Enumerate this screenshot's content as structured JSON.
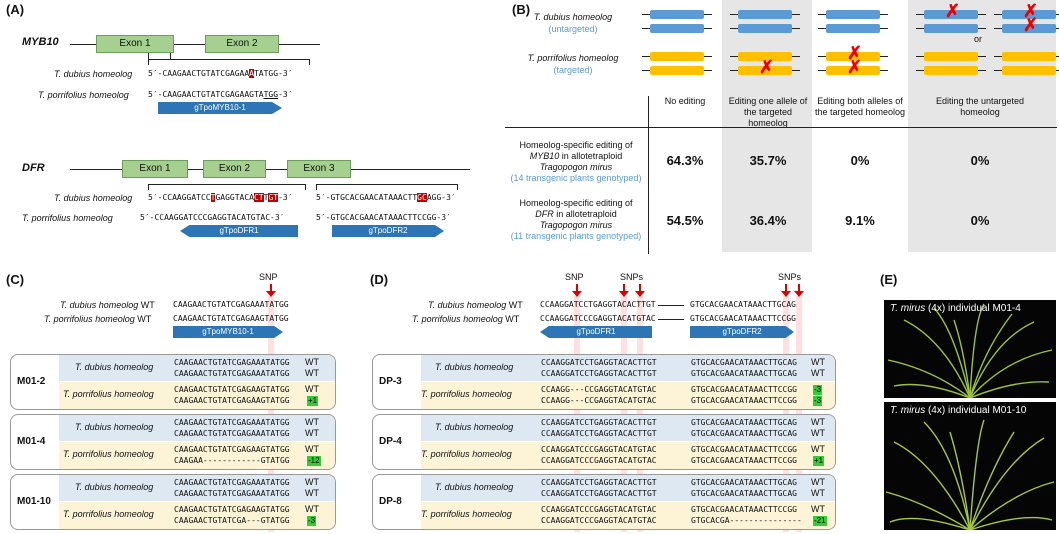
{
  "panelA": {
    "label": "(A)",
    "myb10": {
      "gene": "MYB10",
      "exons": [
        "Exon 1",
        "Exon 2"
      ],
      "rows": [
        {
          "name": "T. dubius homeolog",
          "p": "5′-",
          "seq": "CAAGAACTGTATCGAGAA",
          "snp": "A",
          "seq2": "TATGG",
          "end": "-3′"
        },
        {
          "name": "T. porrifolius homeolog",
          "p": "5′-",
          "seq": "CAAGAACTGTATCGAGAAGTA",
          "pam": "TGG",
          "end": "-3′"
        }
      ],
      "guide": "gTpoMYB10-1"
    },
    "dfr": {
      "gene": "DFR",
      "exons": [
        "Exon 1",
        "Exon 2",
        "Exon 3"
      ],
      "rows": [
        {
          "name": "T. dubius homeolog",
          "left": "5′-CCAAGGATCC",
          "s1": "T",
          "left2": "GAGGTACA",
          "s2": "CT",
          "left3": "T",
          "s3": "GT",
          "left4": "-3′",
          "right": "5′-GTGCACGAACATAAACTT",
          "s4": "G",
          "s5": "C",
          "right2": "AG",
          "right3": "G-3′"
        },
        {
          "name": "T. porrifolius homeolog",
          "left": "5′-CCAAGGATCCCGAGGTACATGTAC-3′",
          "right": "5′-GTGCACGAACATAAACTTCCGG-3′"
        }
      ],
      "guides": [
        "gTpoDFR1",
        "gTpoDFR2"
      ]
    }
  },
  "panelB": {
    "label": "(B)",
    "homeologs": [
      {
        "name": "T. dubius homeolog",
        "status": "(untargeted)"
      },
      {
        "name": "T. porrifolius homeolog",
        "status": "(targeted)"
      }
    ],
    "or": "or",
    "columns": [
      "No editing",
      "Editing one allele of the targeted homeolog",
      "Editing both alleles of the targeted homeolog",
      "Editing the untargeted homeolog"
    ],
    "rows": [
      {
        "line1": "Homeolog-specific editing of",
        "gene": "MYB10",
        "line2": " in allotetraploid",
        "species": "Tragopogon mirus",
        "note": "(14 transgenic plants genotyped)",
        "values": [
          "64.3%",
          "35.7%",
          "0%",
          "0%"
        ]
      },
      {
        "line1": "Homeolog-specific editing of",
        "gene": "DFR",
        "line2": " in allotetraploid",
        "species": "Tragopogon mirus",
        "note": "(11 transgenic plants genotyped)",
        "values": [
          "54.5%",
          "36.4%",
          "9.1%",
          "0%"
        ]
      }
    ]
  },
  "panelC": {
    "label": "(C)",
    "snp": "SNP",
    "wt": [
      {
        "name": "T. dubius homeolog WT",
        "seq": "CAAGAACTGTATCGAGAAATATGG"
      },
      {
        "name": "T. porrifolius homeolog WT",
        "seq": "CAAGAACTGTATCGAGAAGTATGG"
      }
    ],
    "guide": "gTpoMYB10-1",
    "samples": [
      {
        "id": "M01-2",
        "dub": [
          "CAAGAACTGTATCGAGAAATATGG",
          "CAAGAACTGTATCGAGAAATATGG"
        ],
        "dubwt": [
          "WT",
          "WT"
        ],
        "por": [
          "CAAGAACTGTATCGAGAAGTATGG",
          "CAAGAACTGTATCGAGAAGTATGG"
        ],
        "porwt": [
          "WT",
          "+1"
        ]
      },
      {
        "id": "M01-4",
        "dub": [
          "CAAGAACTGTATCGAGAAATATGG",
          "CAAGAACTGTATCGAGAAATATGG"
        ],
        "dubwt": [
          "WT",
          "WT"
        ],
        "por": [
          "CAAGAACTGTATCGAGAAGTATGG",
          "CAAGAA------------GTATGG"
        ],
        "porwt": [
          "WT",
          "-12"
        ]
      },
      {
        "id": "M01-10",
        "dub": [
          "CAAGAACTGTATCGAGAAATATGG",
          "CAAGAACTGTATCGAGAAATATGG"
        ],
        "dubwt": [
          "WT",
          "WT"
        ],
        "por": [
          "CAAGAACTGTATCGAGAAGTATGG",
          "CAAGAACTGTATCGA---GTATGG"
        ],
        "porwt": [
          "WT",
          "-3"
        ]
      }
    ],
    "dubname": "T. dubius homeolog",
    "porname": "T. porrifolius homeolog"
  },
  "panelD": {
    "label": "(D)",
    "snp": "SNP",
    "snps": "SNPs",
    "wt": [
      {
        "name": "T. dubius homeolog WT",
        "seq": "CCAAGGATCCTGAGGTACACTTGT",
        "seq2": "GTGCACGAACATAAACTTGCAG"
      },
      {
        "name": "T. porrifolius homeolog WT",
        "seq": "CCAAGGATCCCGAGGTACATGTAC",
        "seq2": "GTGCACGAACATAAACTTCCGG"
      }
    ],
    "guides": [
      "gTpoDFR1",
      "gTpoDFR2"
    ],
    "samples": [
      {
        "id": "DP-3",
        "dub": [
          "CCAAGGATCCTGAGGTACACTTGT",
          "CCAAGGATCCTGAGGTACACTTGT"
        ],
        "dub2": [
          "GTGCACGAACATAAACTTGCAG",
          "GTGCACGAACATAAACTTGCAG"
        ],
        "dubwt": [
          "WT",
          "WT"
        ],
        "por": [
          "CCAAGG---CCGAGGTACATGTAC",
          "CCAAGG---CCGAGGTACATGTAC"
        ],
        "por2": [
          "GTGCACGAACATAAACTTCCGG",
          "GTGCACGAACATAAACTTCCGG"
        ],
        "porwt": [
          "-3",
          "-3"
        ]
      },
      {
        "id": "DP-4",
        "dub": [
          "CCAAGGATCCTGAGGTACACTTGT",
          "CCAAGGATCCTGAGGTACACTTGT"
        ],
        "dub2": [
          "GTGCACGAACATAAACTTGCAG",
          "GTGCACGAACATAAACTTGCAG"
        ],
        "dubwt": [
          "WT",
          "WT"
        ],
        "por": [
          "CCAAGGATCCCGAGGTACATGTAC",
          "CCAAGGATCCCGAGGTACATGTAC"
        ],
        "por2": [
          "GTGCACGAACATAAACTTCCGG",
          "GTGCACGAACATAAACTTCCGG"
        ],
        "porwt": [
          "WT",
          "+1"
        ]
      },
      {
        "id": "DP-8",
        "dub": [
          "CCAAGGATCCTGAGGTACACTTGT",
          "CCAAGGATCCTGAGGTACACTTGT"
        ],
        "dub2": [
          "GTGCACGAACATAAACTTGCAG",
          "GTGCACGAACATAAACTTGCAG"
        ],
        "dubwt": [
          "WT",
          "WT"
        ],
        "por": [
          "CCAAGGATCCCGAGGTACATGTAC",
          "CCAAGGATCCCGAGGTACATGTAC"
        ],
        "por2": [
          "GTGCACGAACATAAACTTCCGG",
          "GTGCACGA---------------"
        ],
        "porwt": [
          "WT",
          "-21"
        ]
      }
    ],
    "dubname": "T. dubius homeolog",
    "porname": "T. porrifolius homeolog"
  },
  "panelE": {
    "label": "(E)",
    "captions": [
      {
        "pre": "T. mirus",
        "mid": " (4x) ",
        "post": "individual M01-4"
      },
      {
        "pre": "T. mirus",
        "mid": " (4x) ",
        "post": "individual M01-10"
      }
    ]
  },
  "colors": {
    "exon": "#a6d08f",
    "guide": "#2e75b6",
    "dubius": "#5b9bd5",
    "porrifolius": "#ffc000",
    "snp": "#c00000",
    "indel": "#33cc33"
  }
}
